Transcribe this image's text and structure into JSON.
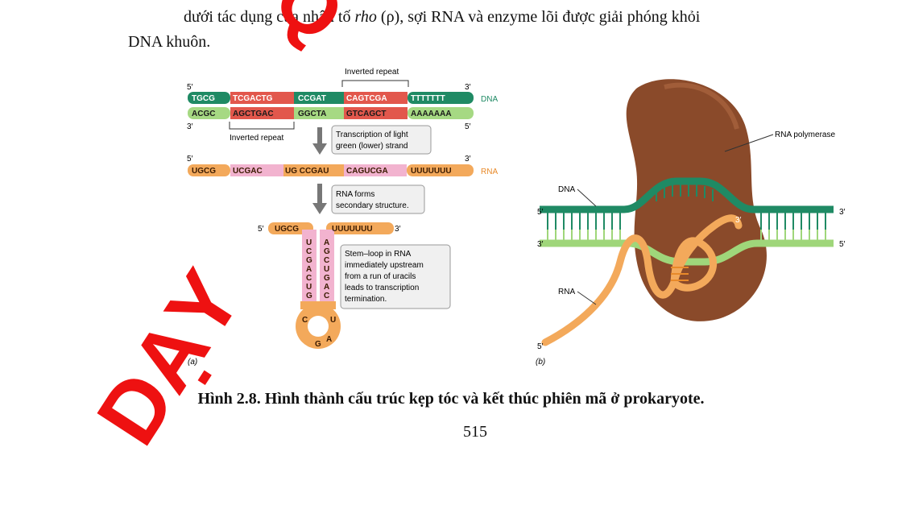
{
  "text": {
    "line1_before": "dưới tác dụng của nhân tố ",
    "line1_italic": "rho",
    "line1_after": " (ρ), sợi RNA và enzyme lõi được giải phóng khỏi",
    "line2": "DNA khuôn.",
    "caption": "Hình 2.8. Hình thành cấu trúc kẹp tóc và kết thúc phiên mã ở prokaryote.",
    "page_number": "515"
  },
  "watermark": {
    "text": "DẠY",
    "top_text": "Q",
    "color": "#ee1111"
  },
  "figure_a": {
    "label": "(a)",
    "inverted_repeat_top": "Inverted repeat",
    "inverted_repeat_bottom": "Inverted repeat",
    "dna_label": "DNA",
    "rna_label": "RNA",
    "five_prime": "5′",
    "three_prime": "3′",
    "dna_top_segments": [
      "TGCG",
      "TCGACTG",
      "CCGAT",
      "CAGTCGA",
      "TTTTTTT"
    ],
    "dna_bottom_segments": [
      "ACGC",
      "AGCTGAC",
      "GGCTA",
      "GTCAGCT",
      "AAAAAAA"
    ],
    "rna_segments": [
      "UGCG",
      "UCGAC",
      "UG CCGAU",
      "CAGUCGA",
      "UUUUUUU"
    ],
    "box1": [
      "Transcription of light",
      "green (lower) strand"
    ],
    "box2": [
      "RNA forms",
      "secondary structure."
    ],
    "box3": [
      "Stem–loop in RNA",
      "immediately upstream",
      "from a run of uracils",
      "leads to transcription",
      "termination."
    ],
    "hairpin_5": "UGCG",
    "hairpin_3": "UUUUUUU",
    "stem_left": [
      "U",
      "C",
      "G",
      "A",
      "C",
      "U",
      "G"
    ],
    "stem_right": [
      "A",
      "G",
      "C",
      "U",
      "G",
      "A",
      "C"
    ],
    "loop": [
      "C",
      "G",
      "A",
      "U"
    ]
  },
  "figure_b": {
    "label": "(b)",
    "rna_polymerase": "RNA polymerase",
    "dna": "DNA",
    "rna": "RNA",
    "five_prime": "5′",
    "three_prime": "3′",
    "rna_3_end": "3′"
  },
  "colors": {
    "dark_green": "#1f8a64",
    "light_green": "#9fd67a",
    "red_repeat": "#e2574c",
    "orange": "#f3a95b",
    "pink": "#f2b3cf",
    "polymerase": "#8a4a2a"
  }
}
